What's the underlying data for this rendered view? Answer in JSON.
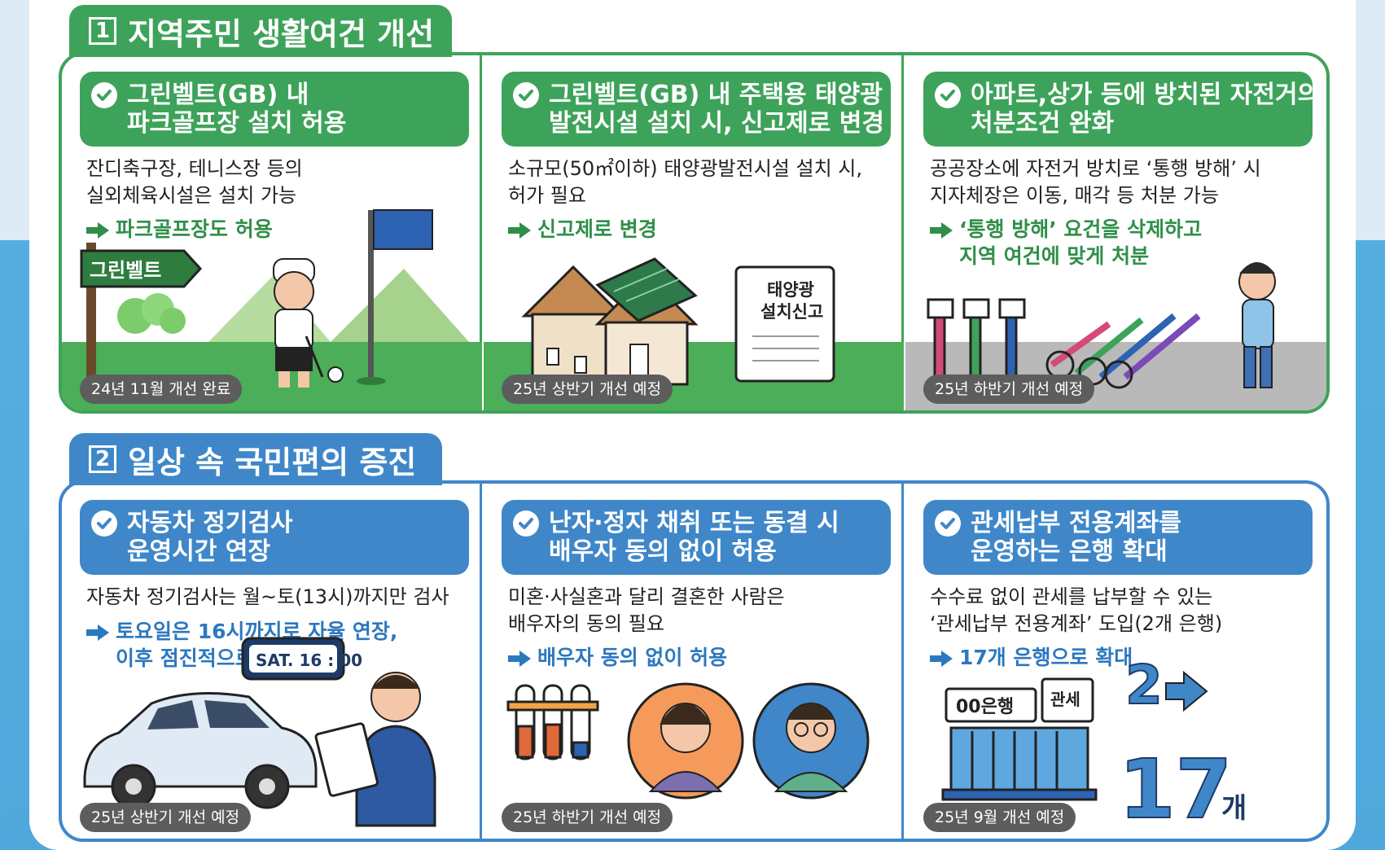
{
  "sections": [
    {
      "number": "1",
      "title": "지역주민 생활여건 개선",
      "cards": [
        {
          "title_lines": [
            "그린벨트(GB) 내",
            "파크골프장 설치 허용"
          ],
          "desc_lines": [
            "잔디축구장, 테니스장 등의",
            "실외체육시설은 설치 가능"
          ],
          "result_lines": [
            "파크골프장도 허용"
          ],
          "badge": "24년 11월 개선 완료",
          "sign": "그린벨트"
        },
        {
          "title_lines": [
            "그린벨트(GB) 내 주택용 태양광",
            "발전시설 설치 시, 신고제로 변경"
          ],
          "desc_lines": [
            "소규모(50㎡이하) 태양광발전시설 설치 시,",
            "허가 필요"
          ],
          "result_lines": [
            "신고제로 변경"
          ],
          "badge": "25년 상반기 개선 예정",
          "doc_lines": [
            "태양광",
            "설치신고"
          ]
        },
        {
          "title_lines": [
            "아파트,상가 등에 방치된 자전거의",
            "처분조건 완화"
          ],
          "desc_lines": [
            "공공장소에 자전거 방치로 ‘통행 방해’ 시",
            "지자체장은 이동, 매각 등 처분 가능"
          ],
          "result_lines": [
            "‘통행 방해’ 요건을 삭제하고",
            "지역 여건에 맞게 처분"
          ],
          "badge": "25년 하반기 개선 예정"
        }
      ]
    },
    {
      "number": "2",
      "title": "일상 속 국민편의 증진",
      "cards": [
        {
          "title_lines": [
            "자동차 정기검사",
            "운영시간 연장"
          ],
          "desc_lines": [
            "자동차 정기검사는 월~토(13시)까지만 검사"
          ],
          "result_lines": [
            "토요일은 16시까지로 자율 연장,",
            "이후 점진적으로 확대"
          ],
          "badge": "25년 상반기 개선 예정",
          "clock": "SAT. 16 : 00"
        },
        {
          "title_lines": [
            "난자·정자 채취 또는 동결 시",
            "배우자 동의 없이 허용"
          ],
          "desc_lines": [
            "미혼·사실혼과 달리 결혼한 사람은",
            "배우자의 동의 필요"
          ],
          "result_lines": [
            "배우자 동의 없이 허용"
          ],
          "badge": "25년 하반기 개선 예정"
        },
        {
          "title_lines": [
            "관세납부 전용계좌를",
            "운영하는 은행 확대"
          ],
          "desc_lines": [
            "수수료 없이 관세를 납부할 수 있는",
            "‘관세납부 전용계좌’ 도입(2개 은행)"
          ],
          "result_lines": [
            "17개 은행으로 확대"
          ],
          "badge": "25년 9월 개선 예정",
          "bank_sign": "00은행",
          "customs_sign": "관세",
          "count_from": "2",
          "count_to": "17",
          "count_unit": "개"
        }
      ]
    }
  ],
  "colors": {
    "green": "#3ea35a",
    "blue": "#3f87c9",
    "badge": "#5d5d5d"
  }
}
